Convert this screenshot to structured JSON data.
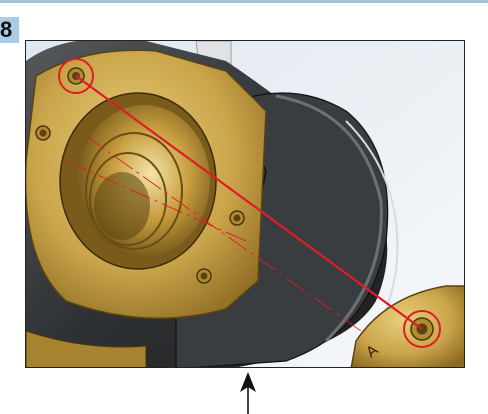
{
  "step": {
    "number": "8"
  },
  "illustration": {
    "part_marking": "A",
    "colors": {
      "header_rule": "#9fc0d6",
      "badge": "#a9cde6",
      "brass": "#c9a44a",
      "housing": "#2f3234",
      "alignment_line": "#e01c24",
      "callout_circle": "#e01c24"
    },
    "icons": [
      "alignment-line",
      "callout-circle",
      "insertion-direction-arrow"
    ]
  }
}
